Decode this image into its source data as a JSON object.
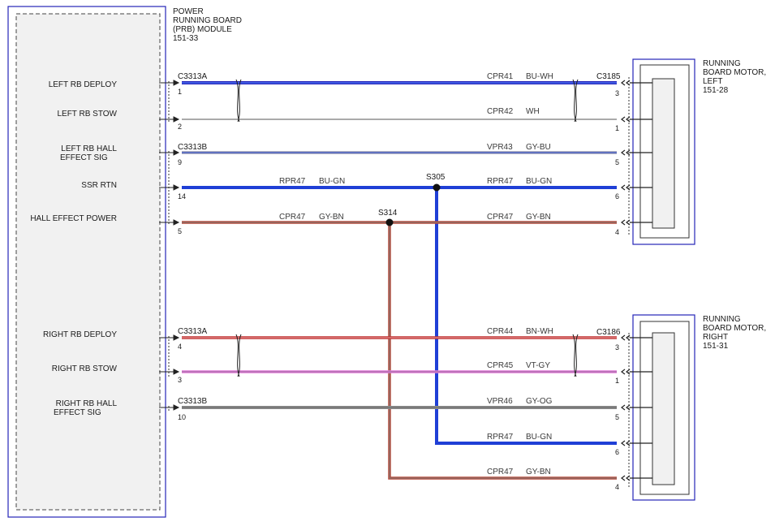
{
  "module": {
    "title_lines": [
      "POWER",
      "RUNNING BOARD",
      "(PRB) MODULE",
      "151-33"
    ],
    "pins": {
      "left_rb_deploy": "LEFT RB DEPLOY",
      "left_rb_stow": "LEFT RB STOW",
      "left_rb_hall_sig": [
        "LEFT RB HALL",
        "EFFECT SIG"
      ],
      "ssr_rtn": "SSR RTN",
      "hall_effect_power": "HALL EFFECT POWER",
      "right_rb_deploy": "RIGHT RB DEPLOY",
      "right_rb_stow": "RIGHT RB STOW",
      "right_rb_hall_sig": [
        "RIGHT RB HALL",
        "EFFECT SIG"
      ]
    }
  },
  "motor_left": {
    "title_lines": [
      "RUNNING",
      "BOARD MOTOR,",
      "LEFT",
      "151-28"
    ],
    "connector": "C3185"
  },
  "motor_right": {
    "title_lines": [
      "RUNNING",
      "BOARD MOTOR,",
      "RIGHT",
      "151-31"
    ],
    "connector": "C3186"
  },
  "connectors": {
    "c1": "C3313A",
    "c2": "C3313B",
    "c3": "C3313A",
    "c4": "C3313B"
  },
  "splices": {
    "s305": "S305",
    "s314": "S314"
  },
  "wires": {
    "w1": {
      "circuit": "CPR41",
      "color": "BU-WH",
      "pin_module": "1",
      "pin_motor": "3"
    },
    "w2": {
      "circuit": "CPR42",
      "color": "WH",
      "pin_module": "2",
      "pin_motor": "1"
    },
    "w3": {
      "circuit": "VPR43",
      "color": "GY-BU",
      "pin_module": "9",
      "pin_motor": "5"
    },
    "w4a": {
      "circuit": "RPR47",
      "color": "BU-GN",
      "pin_module": "14"
    },
    "w4b": {
      "circuit": "RPR47",
      "color": "BU-GN",
      "pin_motor": "6"
    },
    "w5a": {
      "circuit": "CPR47",
      "color": "GY-BN",
      "pin_module": "5"
    },
    "w5b": {
      "circuit": "CPR47",
      "color": "GY-BN",
      "pin_motor": "4"
    },
    "w6": {
      "circuit": "CPR44",
      "color": "BN-WH",
      "pin_module": "4",
      "pin_motor": "3"
    },
    "w7": {
      "circuit": "CPR45",
      "color": "VT-GY",
      "pin_module": "3",
      "pin_motor": "1"
    },
    "w8": {
      "circuit": "VPR46",
      "color": "GY-OG",
      "pin_module": "10",
      "pin_motor": "5"
    },
    "w9": {
      "circuit": "RPR47",
      "color": "BU-GN",
      "pin_motor": "6"
    },
    "w10": {
      "circuit": "CPR47",
      "color": "GY-BN",
      "pin_motor": "4"
    }
  },
  "wire_colors": {
    "blue": "#1f3fd6",
    "red_brown": "#b84a3a",
    "gray": "#8a8a8a",
    "pink": "#e07ad8",
    "outline": "#2424b8"
  }
}
